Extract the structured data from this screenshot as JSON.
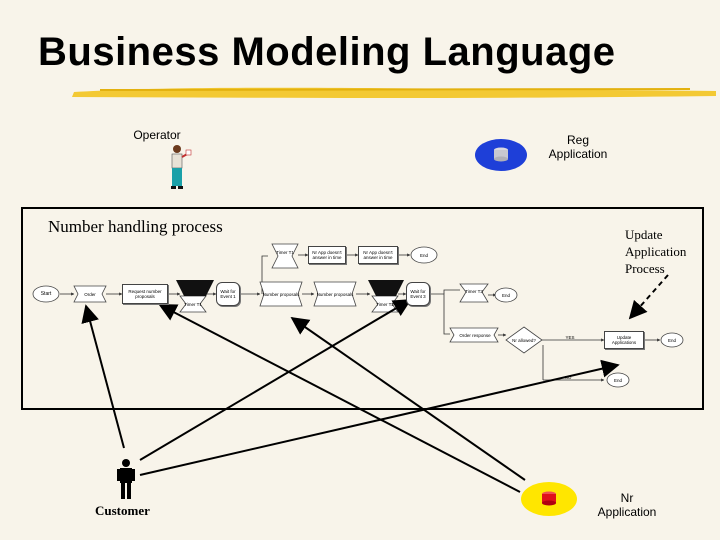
{
  "slide": {
    "title": "Business Modeling Language",
    "highlight_color": "#f2c420"
  },
  "actors": {
    "operator": {
      "label": "Operator",
      "icon": "operator-figure-icon"
    },
    "customer": {
      "label": "Customer",
      "icon": "person-figure-icon"
    },
    "reg_application": {
      "label": "Reg\nApplication",
      "icon": "database-disc-icon",
      "color": "#1e3fd8"
    },
    "nr_application": {
      "label": "Nr\nApplication",
      "icon": "database-disc-icon",
      "color": "#ffe600",
      "core_color": "#e0101a"
    }
  },
  "labels": {
    "process": "Number handling process",
    "update_process": "Update\nApplication\nProcess"
  },
  "flow": {
    "start": "Start",
    "order": "Order",
    "request_proposals": "Request number proposals",
    "timer_t1_a": "Timer T1",
    "wait_event1": "Wait for Event 1",
    "number_proposals_a": "Number proposals",
    "number_proposals_b": "Number proposals",
    "timer_t2": "Timer T2",
    "wait_event3": "Wait for Event 3",
    "timer_t1_top": "Timer T1",
    "no_answer_a": "Nr App doesn't answer in time",
    "no_answer_b": "Nr App doesn't answer in time",
    "end_top": "End",
    "timer_t3": "Timer T3",
    "end_mid": "End",
    "order_response": "Order response",
    "nr_allowed": "Nr allowed?",
    "yes": "YES",
    "no": "NO",
    "update_applications": "Update Applications",
    "end_yes": "End",
    "end_no": "End"
  }
}
